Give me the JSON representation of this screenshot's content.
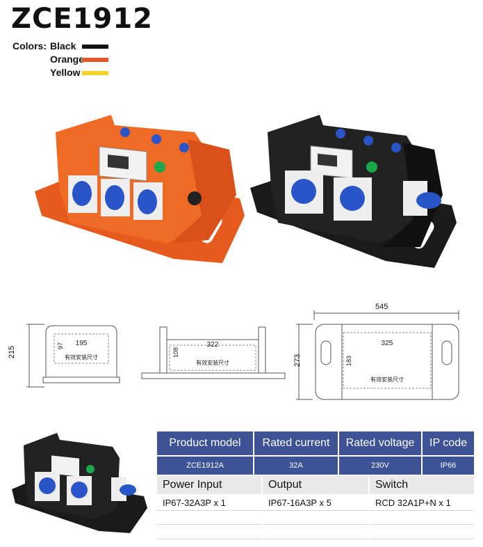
{
  "product": {
    "title": "ZCE1912"
  },
  "colors": {
    "label": "Colors:",
    "options": [
      {
        "name": "Black",
        "hex": "#111111"
      },
      {
        "name": "Orange",
        "hex": "#e8562a"
      },
      {
        "name": "Yellow",
        "hex": "#f3d22a"
      }
    ]
  },
  "dimensions": {
    "front": {
      "height": "215",
      "inner_width": "195",
      "inner_height": "97",
      "mount_label": "有效安装尺寸"
    },
    "side": {
      "inner_width": "322",
      "inner_height": "108",
      "mount_label": "有效安装尺寸"
    },
    "top": {
      "total_width": "545",
      "height": "273",
      "inner_width": "325",
      "inner_height": "183",
      "mount_label": "有效安装尺寸"
    }
  },
  "specs": {
    "headers": [
      "Product model",
      "Rated current",
      "Rated voltage",
      "IP code"
    ],
    "values": [
      "ZCE1912A",
      "32A",
      "230V",
      "IP66"
    ],
    "sub_headers": [
      "Power Input",
      "Output",
      "Switch"
    ],
    "rows": [
      [
        "IP67-32A3P  x 1",
        "IP67-16A3P  x 5",
        "RCD 32A1P+N  x 1"
      ]
    ]
  }
}
